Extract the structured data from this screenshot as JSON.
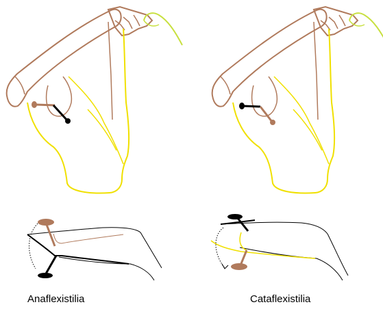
{
  "labels": {
    "left": "Anaflexistilia",
    "right": "Cataflexistilia"
  },
  "colors": {
    "brown": "#b07a5c",
    "yellow": "#f0e000",
    "green": "#c8e040",
    "black": "#000000",
    "background": "#ffffff"
  },
  "figure": {
    "top_left": "wing-base-with-anaflexed-stylus",
    "top_right": "wing-base-with-cataflexed-stylus",
    "bottom_left": "stylus-flexing-upward-schematic",
    "bottom_right": "stylus-flexing-downward-schematic"
  }
}
